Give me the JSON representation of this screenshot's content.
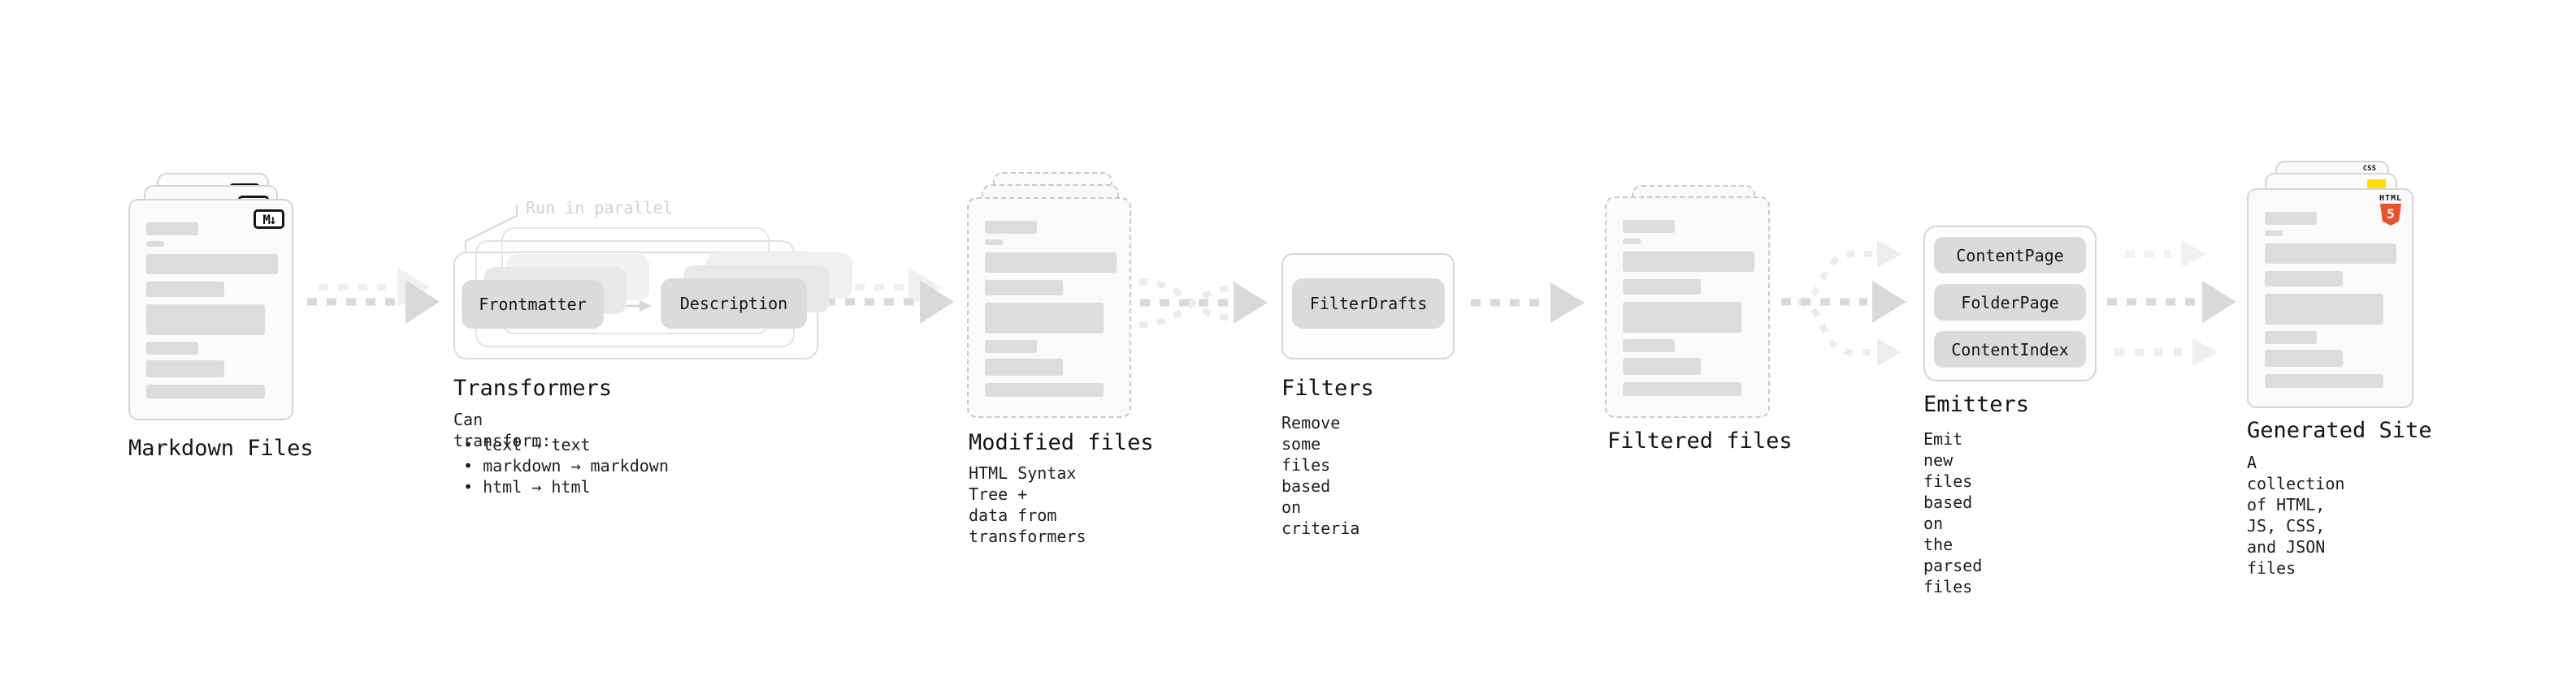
{
  "stages": {
    "markdown": {
      "title": "Markdown Files",
      "badge": "M↓"
    },
    "transformers": {
      "title": "Transformers",
      "note": "Run in parallel",
      "desc_heading": "Can transform:",
      "bullets": [
        "• text → text",
        "• markdown → markdown",
        "• html → html"
      ],
      "input_chip": "Frontmatter",
      "output_chip": "Description"
    },
    "modified": {
      "title": "Modified files",
      "desc": "HTML Syntax Tree +\ndata from transformers"
    },
    "filters": {
      "title": "Filters",
      "desc": "Remove some files based\non criteria",
      "chip": "FilterDrafts"
    },
    "filtered": {
      "title": "Filtered files"
    },
    "emitters": {
      "title": "Emitters",
      "desc": "Emit new files based on\nthe parsed files",
      "chips": [
        "ContentPage",
        "FolderPage",
        "ContentIndex"
      ]
    },
    "generated": {
      "title": "Generated Site",
      "desc": "A collection of HTML,\nJS, CSS, and JSON files",
      "badges": {
        "css": "CSS",
        "html": "HTML",
        "five": "5"
      }
    }
  },
  "colors": {
    "arrow_dark": "#d9d9d9",
    "arrow_faint": "#efefef",
    "html5_orange": "#e8532b",
    "js_yellow": "#ffdf00",
    "css_blue": "#2d6bf0"
  }
}
